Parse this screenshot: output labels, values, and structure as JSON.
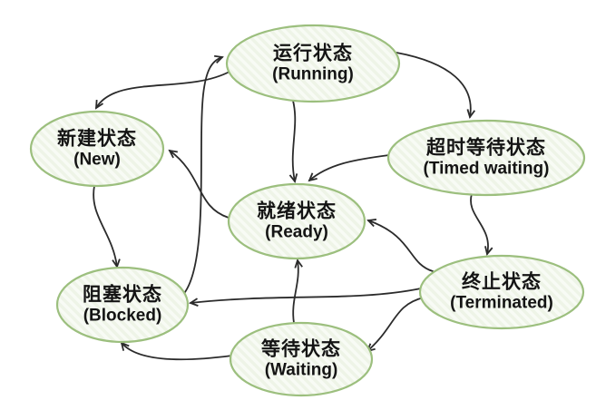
{
  "diagram": {
    "type": "state-diagram",
    "background_color": "#ffffff",
    "node_style": {
      "border_color": "#9cbf7e",
      "fill_base_color": "#eef4e7",
      "fill_stripe_color": "#f8fbf5",
      "text_color": "#141414"
    },
    "edge_style": {
      "color": "#2b2b2b"
    },
    "nodes": [
      {
        "id": "running",
        "label_zh": "运行状态",
        "label_en": "(Running)"
      },
      {
        "id": "new",
        "label_zh": "新建状态",
        "label_en": "(New)"
      },
      {
        "id": "timed-waiting",
        "label_zh": "超时等待状态",
        "label_en": "(Timed waiting)"
      },
      {
        "id": "ready",
        "label_zh": "就绪状态",
        "label_en": "(Ready)"
      },
      {
        "id": "blocked",
        "label_zh": "阻塞状态",
        "label_en": "(Blocked)"
      },
      {
        "id": "terminated",
        "label_zh": "终止状态",
        "label_en": "(Terminated)"
      },
      {
        "id": "waiting",
        "label_zh": "等待状态",
        "label_en": "(Waiting)"
      }
    ],
    "edges": [
      {
        "from": "running",
        "to": "new"
      },
      {
        "from": "blocked",
        "to": "running"
      },
      {
        "from": "running",
        "to": "ready"
      },
      {
        "from": "running",
        "to": "timed-waiting"
      },
      {
        "from": "timed-waiting",
        "to": "ready"
      },
      {
        "from": "timed-waiting",
        "to": "terminated"
      },
      {
        "from": "terminated",
        "to": "ready"
      },
      {
        "from": "terminated",
        "to": "blocked"
      },
      {
        "from": "terminated",
        "to": "waiting"
      },
      {
        "from": "waiting",
        "to": "ready"
      },
      {
        "from": "waiting",
        "to": "blocked"
      },
      {
        "from": "ready",
        "to": "new"
      },
      {
        "from": "new",
        "to": "blocked"
      }
    ]
  }
}
